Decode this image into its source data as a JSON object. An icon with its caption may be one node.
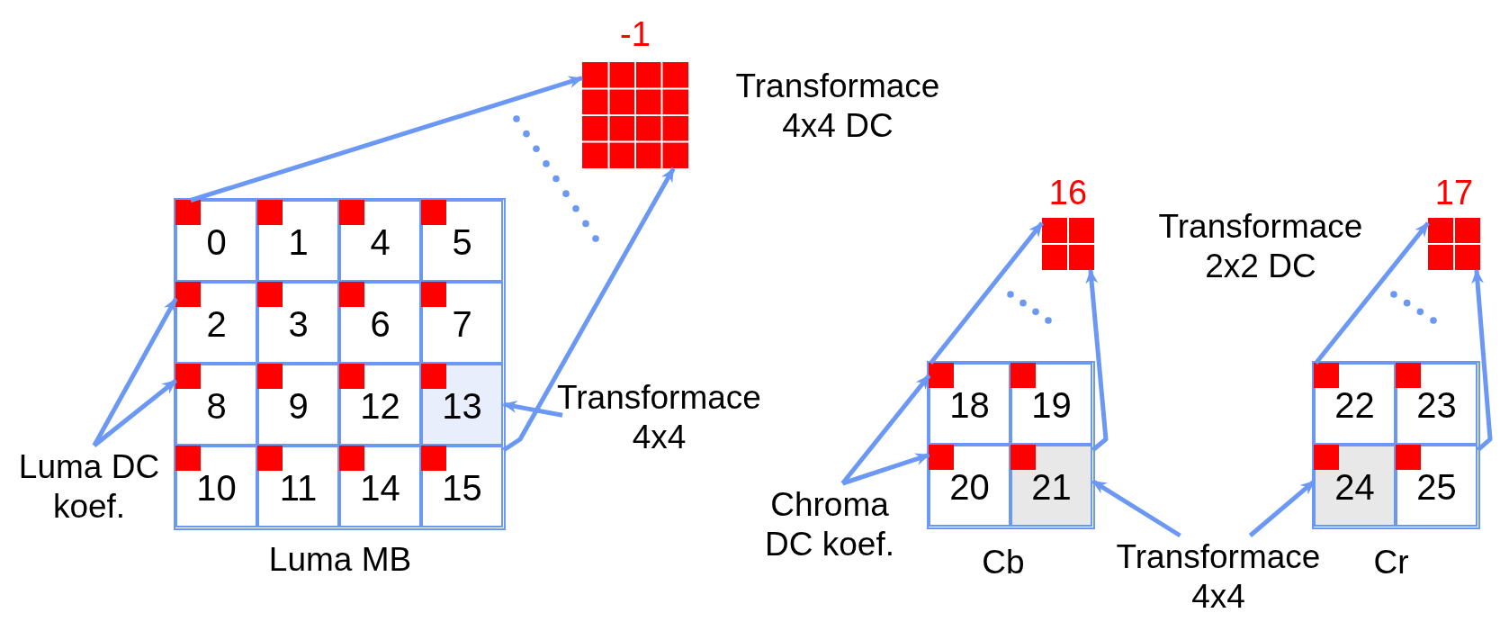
{
  "diagram": {
    "nodes": [
      {
        "text": [],
        "shape": "box",
        "beside": [
          "-1"
        ]
      },
      {
        "text": [],
        "shape": "box",
        "beside": [
          "Luma MB"
        ]
      },
      {
        "text": [
          "0"
        ],
        "in": 1
      },
      {
        "text": [
          "1"
        ],
        "in": 1
      },
      {
        "text": [
          "4"
        ],
        "in": 1
      },
      {
        "text": [
          "5"
        ],
        "in": 1
      },
      {
        "text": [
          "2"
        ],
        "in": 1
      },
      {
        "text": [
          "3"
        ],
        "in": 1
      },
      {
        "text": [
          "6"
        ],
        "in": 1
      },
      {
        "text": [
          "7"
        ],
        "in": 1
      },
      {
        "text": [
          "8"
        ],
        "in": 1
      },
      {
        "text": [
          "9"
        ],
        "in": 1
      },
      {
        "text": [
          "12"
        ],
        "in": 1
      },
      {
        "text": [
          "13"
        ],
        "in": 1
      },
      {
        "text": [
          "10"
        ],
        "in": 1
      },
      {
        "text": [
          "11"
        ],
        "in": 1
      },
      {
        "text": [
          "14"
        ],
        "in": 1
      },
      {
        "text": [
          "15"
        ],
        "in": 1
      },
      {
        "text": [
          "Transformace 4x4"
        ]
      },
      {
        "text": [
          "Luma DC koef."
        ]
      },
      {
        "text": [],
        "shape": "box",
        "beside": [
          "16"
        ]
      },
      {
        "text": [],
        "shape": "box",
        "beside": [
          "17"
        ]
      },
      {
        "text": [],
        "shape": "box",
        "beside": [
          "Cb"
        ]
      },
      {
        "text": [
          "18"
        ],
        "in": 22
      },
      {
        "text": [
          "19"
        ],
        "in": 22
      },
      {
        "text": [
          "20"
        ],
        "in": 22
      },
      {
        "text": [
          "21"
        ],
        "in": 22
      },
      {
        "text": [],
        "shape": "box",
        "beside": [
          "Cr"
        ]
      },
      {
        "text": [
          "22"
        ],
        "in": 27
      },
      {
        "text": [
          "23"
        ],
        "in": 27
      },
      {
        "text": [
          "24"
        ],
        "in": 27
      },
      {
        "text": [
          "25"
        ],
        "in": 27
      },
      {
        "text": [
          "Chroma DC koef."
        ]
      },
      {
        "text": [
          "Transformace 4x4"
        ]
      }
    ],
    "edges": [
      {
        "from": 19,
        "to": 6,
        "arrow": "to"
      },
      {
        "from": 19,
        "to": 10,
        "arrow": "to"
      },
      {
        "from": 2,
        "to": 0,
        "arrow": "to"
      },
      {
        "from": 17,
        "to": 0,
        "arrow": "to"
      },
      {
        "from": 18,
        "to": 13,
        "arrow": "to"
      },
      {
        "from": 32,
        "to": 23,
        "arrow": "to"
      },
      {
        "from": 32,
        "to": 25,
        "arrow": "to"
      },
      {
        "from": 23,
        "to": 20,
        "arrow": "to"
      },
      {
        "from": 26,
        "to": 20,
        "arrow": "to"
      },
      {
        "from": 28,
        "to": 21,
        "arrow": "to"
      },
      {
        "from": 31,
        "to": 21,
        "arrow": "to"
      },
      {
        "from": 33,
        "to": 26,
        "arrow": "to"
      },
      {
        "from": 33,
        "to": 30,
        "arrow": "to"
      }
    ],
    "labels": [
      "Transformace 4x4 DC",
      "Transformace 2x2 DC"
    ]
  }
}
